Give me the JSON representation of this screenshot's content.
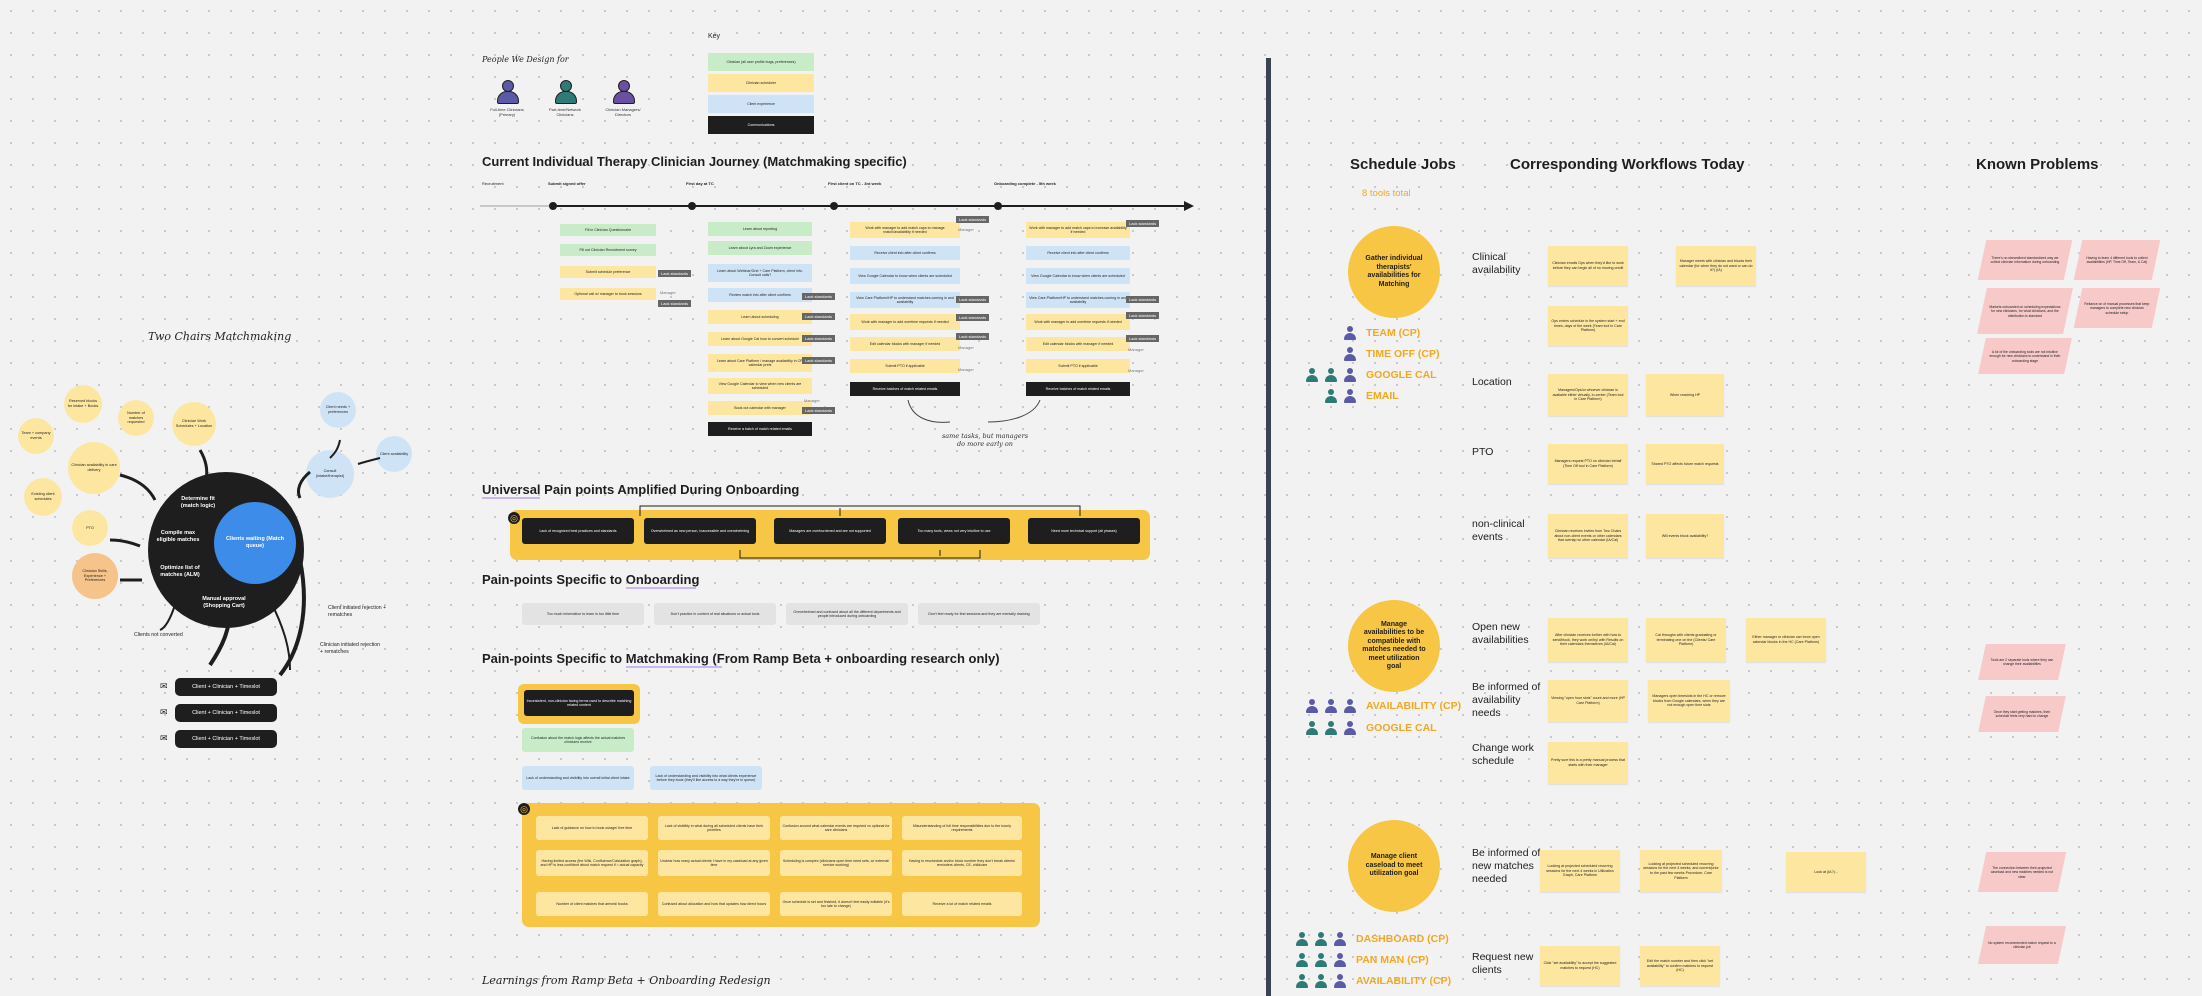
{
  "people": {
    "title": "People We Design for",
    "items": [
      {
        "label": "Full-time Clinicians (Primary)",
        "color": "#5a5aa8"
      },
      {
        "label": "Part-time/Network Clinicians",
        "color": "#2d7a76"
      },
      {
        "label": "Clinician Managers/ Directors",
        "color": "#6b4fa0"
      }
    ]
  },
  "key": {
    "title": "Key",
    "items": [
      {
        "label": "Clinician (all user profile bugs, preferences)",
        "color": "#c8ecc8"
      },
      {
        "label": "Clinician scheduler",
        "color": "#fde7a0"
      },
      {
        "label": "Client experience",
        "color": "#cfe3f7"
      },
      {
        "label": "Communications",
        "color": "#1e1e1e"
      }
    ]
  },
  "journey": {
    "title": "Current Individual Therapy Clinician Journey (Matchmaking specific)",
    "milestones": [
      "Recruitment",
      "Submit signed offer",
      "First day at TC",
      "First client on TC - 3rd week",
      "Onboarding complete - 5th week"
    ],
    "col1": [
      "Fill in Clinician Questionnaire",
      "Fill out Clinician Recruitment survey",
      "Submit schedule preference",
      "Optional call w/ manager to book sessions"
    ],
    "col2": [
      "Learn about reporting",
      "Learn about Lyra and Zoom experience",
      "Learn about Webinar/Grid + Care Platform, client info. Consult calls?",
      "Review match info after client confirms",
      "Learn about scheduling",
      "Learn about Google Cal how to convert schedule",
      "Learn about Care Platform / manage availability in CP, calendar prefs",
      "View Google Calendar to view when new clients are scheduled",
      "Book out calendar with manager"
    ],
    "col2_black": "Receive a batch of match related emails",
    "col3": [
      "Work with manager to add match caps to manage match/availability if needed",
      "Receive client info after client confirms",
      "View Google Calendar to know when clients are scheduled",
      "View Care Platform/HP to understand matches coming in and availability",
      "Work with manager to add overtime requests if needed",
      "Edit calendar blocks with manager if needed",
      "Submit PTO if applicable"
    ],
    "col3_black": "Receive batches of match related emails",
    "col4": [
      "Work with manager to add match caps to increase availability if needed",
      "Receive client info after client confirms",
      "View Google Calendar to know when clients are scheduled",
      "View Care Platform/HP to understand matches coming in and availability",
      "Work with manager to add overtime requests if needed",
      "Edit calendar blocks with manager if needed",
      "Submit PTO if applicable"
    ],
    "col4_black": "Receive batches of match related emails",
    "tag_label": "Lack standards",
    "mgr_label": "Manager",
    "annotation": "same tasks, but managers do more early on"
  },
  "two_chairs": {
    "title": "Two Chairs Matchmaking",
    "circles_left": [
      "Reserved blocks for intake + Books",
      "Number of matches requested",
      "Team + company events",
      "Clinician availability in care delivery",
      "Existing client schedules",
      "PTO",
      "Clinician Skills, Experience + Preferences",
      "Clinician Work Schedules + Location"
    ],
    "circles_right": [
      "Client needs + preferences",
      "Consult (intake/therapist)",
      "Client availability"
    ],
    "big_circle_steps": [
      "Determine fit (match logic)",
      "Compile max eligible matches",
      "Optimize list of matches (ALM)",
      "Manual approval (Shopping Cart)"
    ],
    "center_label": "Clients waiting (Match queue)",
    "side_labels": [
      "Client initiated rejection + rematches",
      "Clinician initiated rejection + rematches",
      "Clients not converted"
    ],
    "pills": [
      "Client + Clinician + Timeslot",
      "Client + Clinician + Timeslot",
      "Client + Clinician + Timeslot"
    ]
  },
  "universal": {
    "title": "Universal Pain points Amplified During Onboarding",
    "notes": [
      "Lack of recognized best practices and standards",
      "Overwhelmed as new person, inaccessible and overwhelming",
      "Managers are overburdened and are not supported",
      "Too many tools, views not very intuitive to use",
      "Need more technical support (all phases)"
    ]
  },
  "onboarding": {
    "title": "Pain-points Specific to Onboarding",
    "notes": [
      "Too much information to learn in too little time",
      "Don't practice in context of real situations or actual tools",
      "Overwhelmed and confused about all the different departments and people introduced during onboarding",
      "Don't feel ready for first sessions and they are mentally draining"
    ]
  },
  "matchmaking": {
    "title": "Pain-points Specific to Matchmaking (From Ramp Beta + onboarding research only)",
    "notes": [
      "Inconsistent, non-clinician facing terms used to describe matching related content",
      "Confusion about the match logic affects the actual matches clinicians receive",
      "Lack of understanding and visibility into overall initial client intake",
      "Lack of understanding and visibility into what clients experience before they book (they'll like access to a way they're in queue)"
    ],
    "band_notes": [
      "Lack of guidance on how to book outage/ free time",
      "Lack of visibility in what during all scheduled clients have their priorities",
      "Confusion around what calendar events are required vs optional for care clinicians",
      "Misunderstanding of full time responsibilities due to the hourly requirements",
      "Having limited access (the Wiki, Confluence/Calculation graph), and HP is less confident about match request if = actual capacity",
      "Unclear how many actual clients I have in my caseload at any given time",
      "Scheduling is complex (clinicians open time need sets, w/ external/ service working)",
      "Having to reschedule and/or block number they don't break clients/ reminders clients, CE, childcare",
      "Number of client matches that arrived/ books",
      "Confused about allocation and how that updates how direct hours",
      "Once schedule is set and finished, it doesn't feel easily editable (it's too late to change)",
      "Receive a lot of match related emails"
    ]
  },
  "learnings": {
    "title": "Learnings from Ramp Beta + Onboarding Redesign"
  },
  "right": {
    "headers": [
      "Schedule Jobs",
      "Corresponding Workflows Today",
      "Known Problems"
    ],
    "tools_total": "8 tools total",
    "jobs": [
      "Gather individual therapists' availabilities for Matching",
      "Manage availabilities to be compatible with matches needed to meet utilization goal",
      "Manage client caseload to meet utilization goal"
    ],
    "tools_group1": [
      "TEAM (CP)",
      "TIME OFF (CP)",
      "GOOGLE CAL",
      "EMAIL"
    ],
    "tools_group2": [
      "AVAILABILITY (CP)",
      "GOOGLE CAL"
    ],
    "tools_group3": [
      "DASHBOARD (CP)",
      "PAN MAN (CP)",
      "AVAILABILITY (CP)"
    ],
    "workflows": [
      "Clinical availability",
      "Location",
      "PTO",
      "non-clinical events",
      "Open new availabilities",
      "Be informed of availability needs",
      "Change work schedule",
      "Be informed of new matches needed",
      "Request new clients"
    ],
    "stickies": [
      "Clinician emails Ops when they'd like to work before they can begin all of no moving credit",
      "Manager meets with clinician and blocks their calendar (for when they do not want or can do it?) (IA)",
      "Ops enters schedule in the system start + end times, days of the week (Team tool in Care Platform)",
      "Managers/Ops/or whoever clinician is available either virtually, in-center (Team tool in Care Platform)",
      "When reaching HP",
      "Managers request PTO on clinician behalf (Time Off tool in Care Platform)",
      "Shared PTO affects future match requests",
      "Clinician receives invites from Two Chairs about non-client events or other calendars that overlap w/ other calendar (IA/Cal)",
      "Will events block availability?",
      "After clinician receives further with how to send/block, they work on/by/ with Results on their calendars themselves (IA/Cal)",
      "Cal throughs with clients graduating or terminating one on the (Clients/ Care Platform)",
      "Either manager or clinician can force open calendar blocks in the HC (Care Platform)",
      "Viewing \"open hour slots\" count and more (HP Care Platform)",
      "Managers open timeslots in the HC or remove blocks from Google calendars, when they are not enough open time slots",
      "Pretty sure this is a pretty manual process that starts with their manager",
      "Looking at projected scheduled recurring sessions for the next 4 weeks in Utilization Graph, Care Platform",
      "Looking at projected scheduled recurring sessions for the next 4 weeks, and current/prior to the past few weeks Procedure, Care Platform",
      "Look at (IA?)...",
      "Click \"set availability\" to accept the suggested matches to request (HC)",
      "Edit the match number and then click \"set availability\" to confirm matches to request (HC)"
    ],
    "problems": [
      "There's no streamlined standardized way we collect clinician information during onboarding",
      "Having to learn 4 different tools to collect availabilities (HP, Time Off, Team, & Cal)",
      "Markets onboarded on scheduling expectations for new clinicians, for what clinicians, and the distribution is standard",
      "Reliance on of manual processes that keep managers to complete new clinician schedule setup",
      "A lot of the onboarding tools are not intuitive enough for new clinicians to understand in their onboarding stage",
      "Tools are 2 separate tools where they can change their availabilities",
      "Once they start getting matches, their schedule feels very hard to change",
      "The connection between their projected caseload and new matches needed is not clear",
      "No system recommended match request to a clinician job"
    ]
  }
}
